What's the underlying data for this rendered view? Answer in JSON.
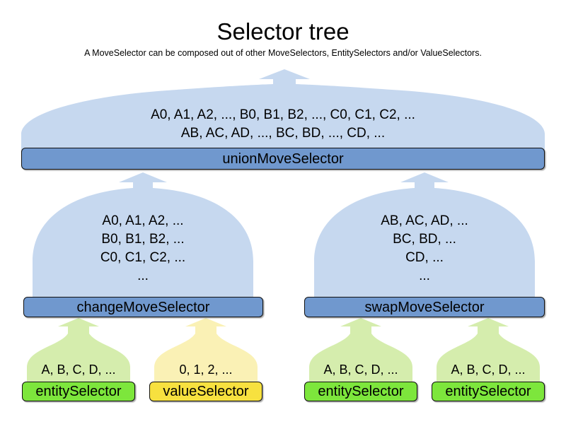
{
  "header": {
    "title": "Selector tree",
    "subtitle": "A MoveSelector can be composed out of other MoveSelectors, EntitySelectors and/or ValueSelectors."
  },
  "colors": {
    "body_blue_fill": "#c6d8ef",
    "bar_blue": "#7098ce",
    "body_green_fill": "#d5edad",
    "bar_green": "#7de63c",
    "body_yellow_fill": "#faf1b5",
    "bar_yellow": "#f7e13f",
    "outline": "#111111",
    "background": "#ffffff"
  },
  "nodes": {
    "union": {
      "label": "unionMoveSelector",
      "lines": [
        "A0, A1, A2, ..., B0, B1, B2, ..., C0, C1, C2, ...",
        "AB, AC, AD, ..., BC, BD, ..., CD, ..."
      ]
    },
    "change": {
      "label": "changeMoveSelector",
      "lines": [
        "A0, A1, A2, ...",
        "B0, B1, B2, ...",
        "C0, C1, C2, ...",
        "..."
      ]
    },
    "swap": {
      "label": "swapMoveSelector",
      "lines": [
        "AB, AC, AD, ...",
        "BC, BD, ...",
        "CD, ...",
        "..."
      ]
    },
    "entity_change": {
      "label": "entitySelector",
      "lines": [
        "A, B, C, D, ..."
      ]
    },
    "value_change": {
      "label": "valueSelector",
      "lines": [
        "0, 1, 2, ..."
      ]
    },
    "entity_swap_left": {
      "label": "entitySelector",
      "lines": [
        "A, B, C, D, ..."
      ]
    },
    "entity_swap_right": {
      "label": "entitySelector",
      "lines": [
        "A, B, C, D, ..."
      ]
    }
  }
}
